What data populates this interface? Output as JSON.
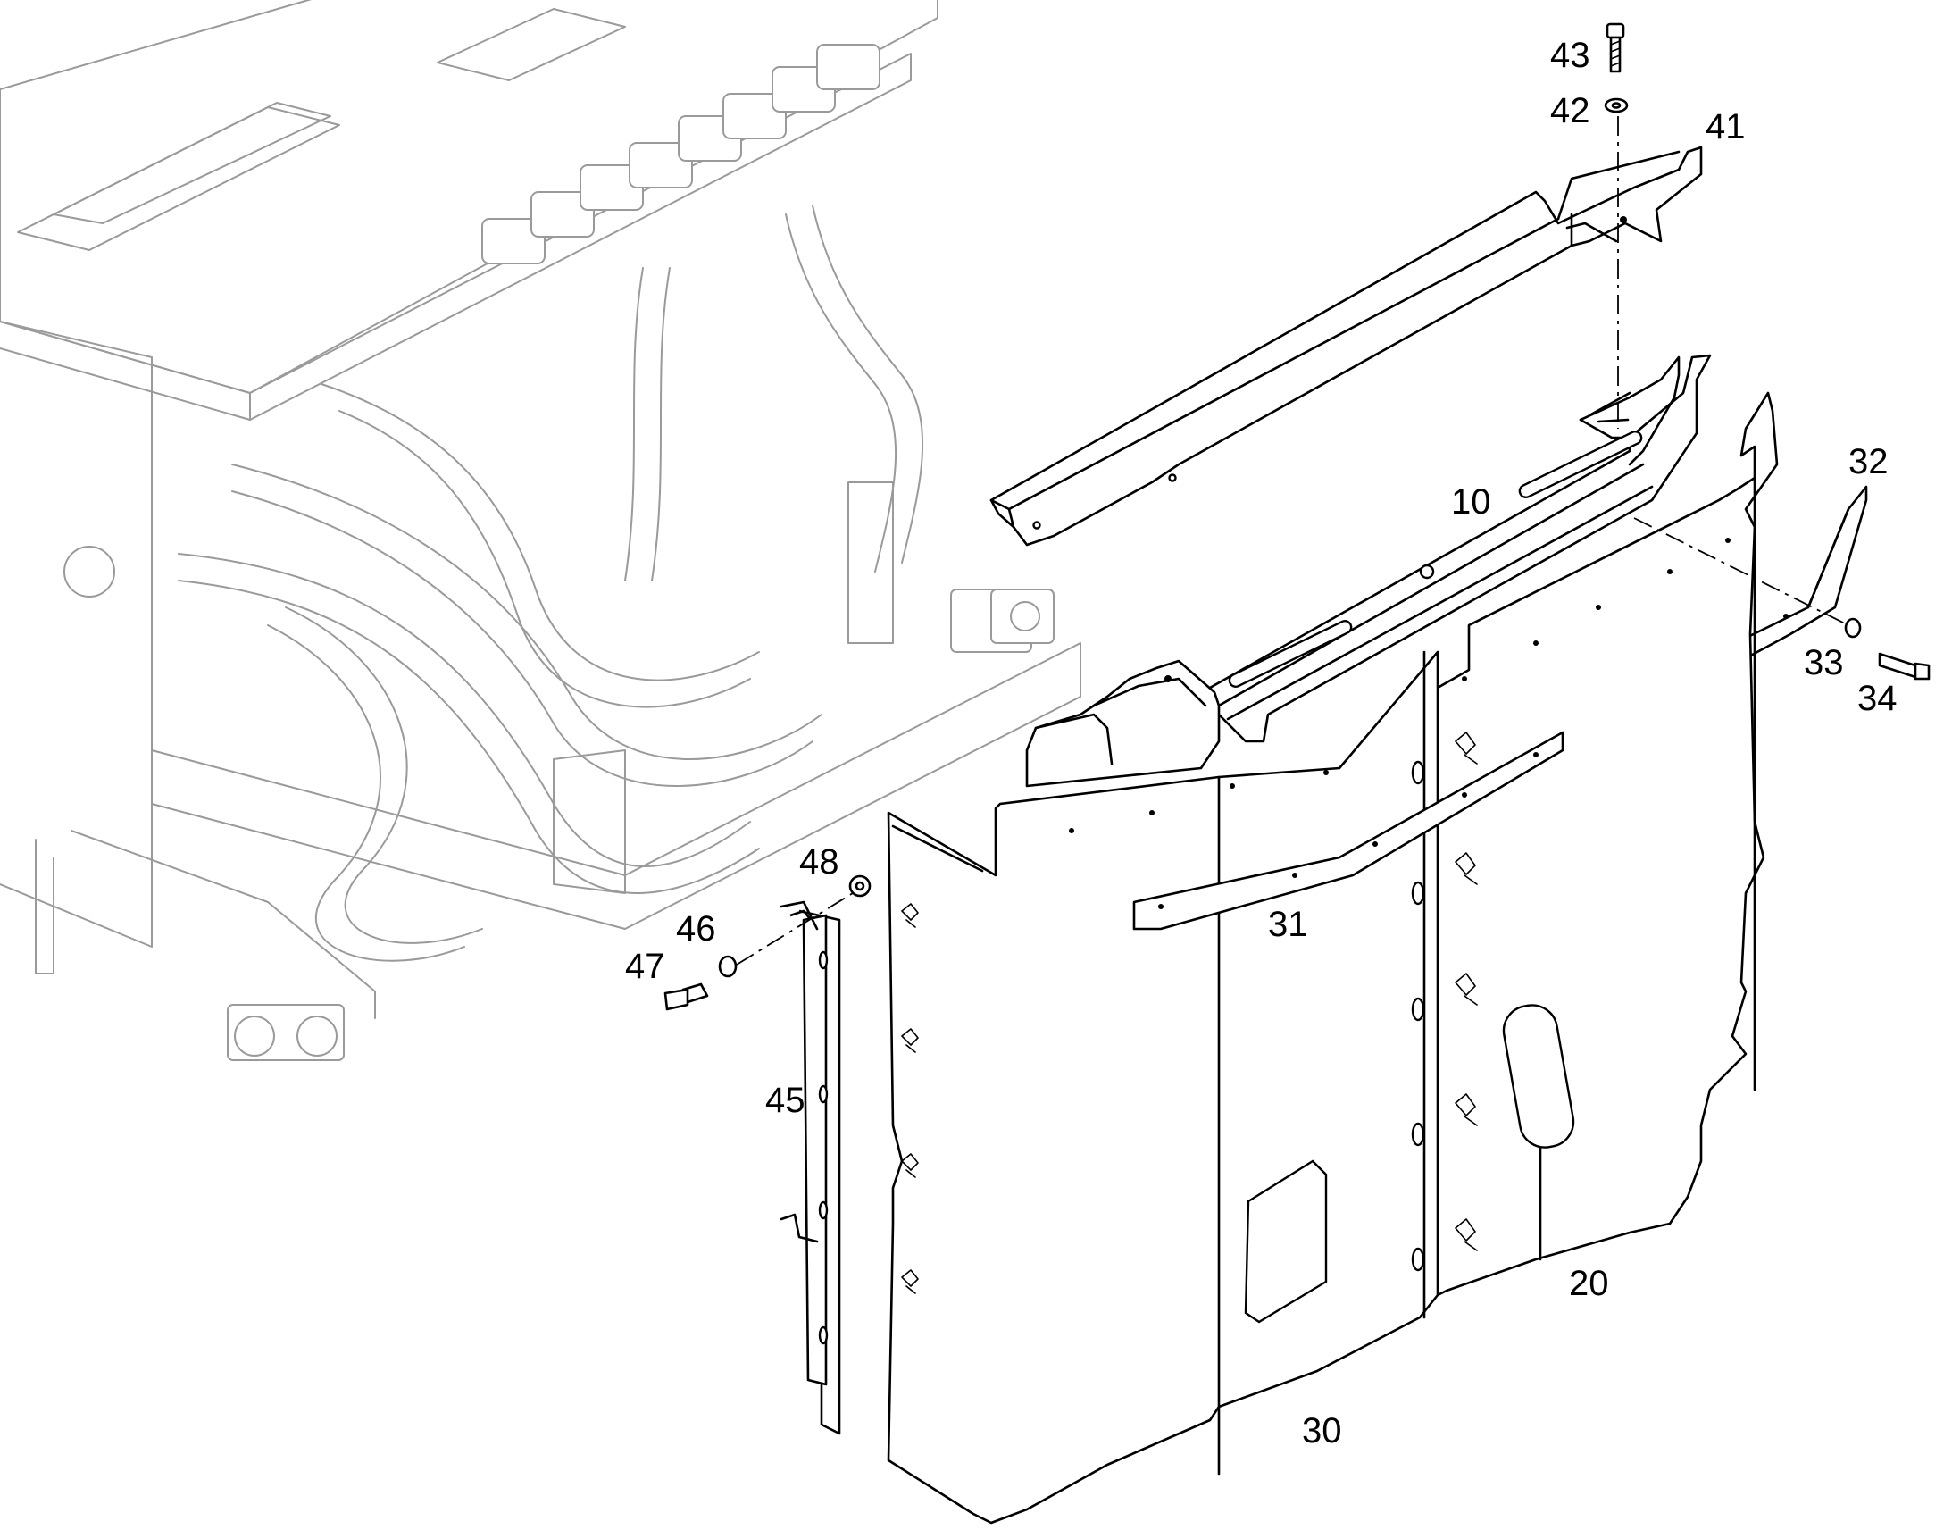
{
  "callouts": [
    {
      "id": "43",
      "label": "43"
    },
    {
      "id": "42",
      "label": "42"
    },
    {
      "id": "41",
      "label": "41"
    },
    {
      "id": "32",
      "label": "32"
    },
    {
      "id": "10",
      "label": "10"
    },
    {
      "id": "33",
      "label": "33"
    },
    {
      "id": "34",
      "label": "34"
    },
    {
      "id": "48",
      "label": "48"
    },
    {
      "id": "46",
      "label": "46"
    },
    {
      "id": "47",
      "label": "47"
    },
    {
      "id": "31",
      "label": "31"
    },
    {
      "id": "45",
      "label": "45"
    },
    {
      "id": "20",
      "label": "20"
    },
    {
      "id": "30",
      "label": "30"
    }
  ],
  "colors": {
    "ink": "#000000",
    "background_machine": "#9a9a9a",
    "paper": "#ffffff"
  }
}
